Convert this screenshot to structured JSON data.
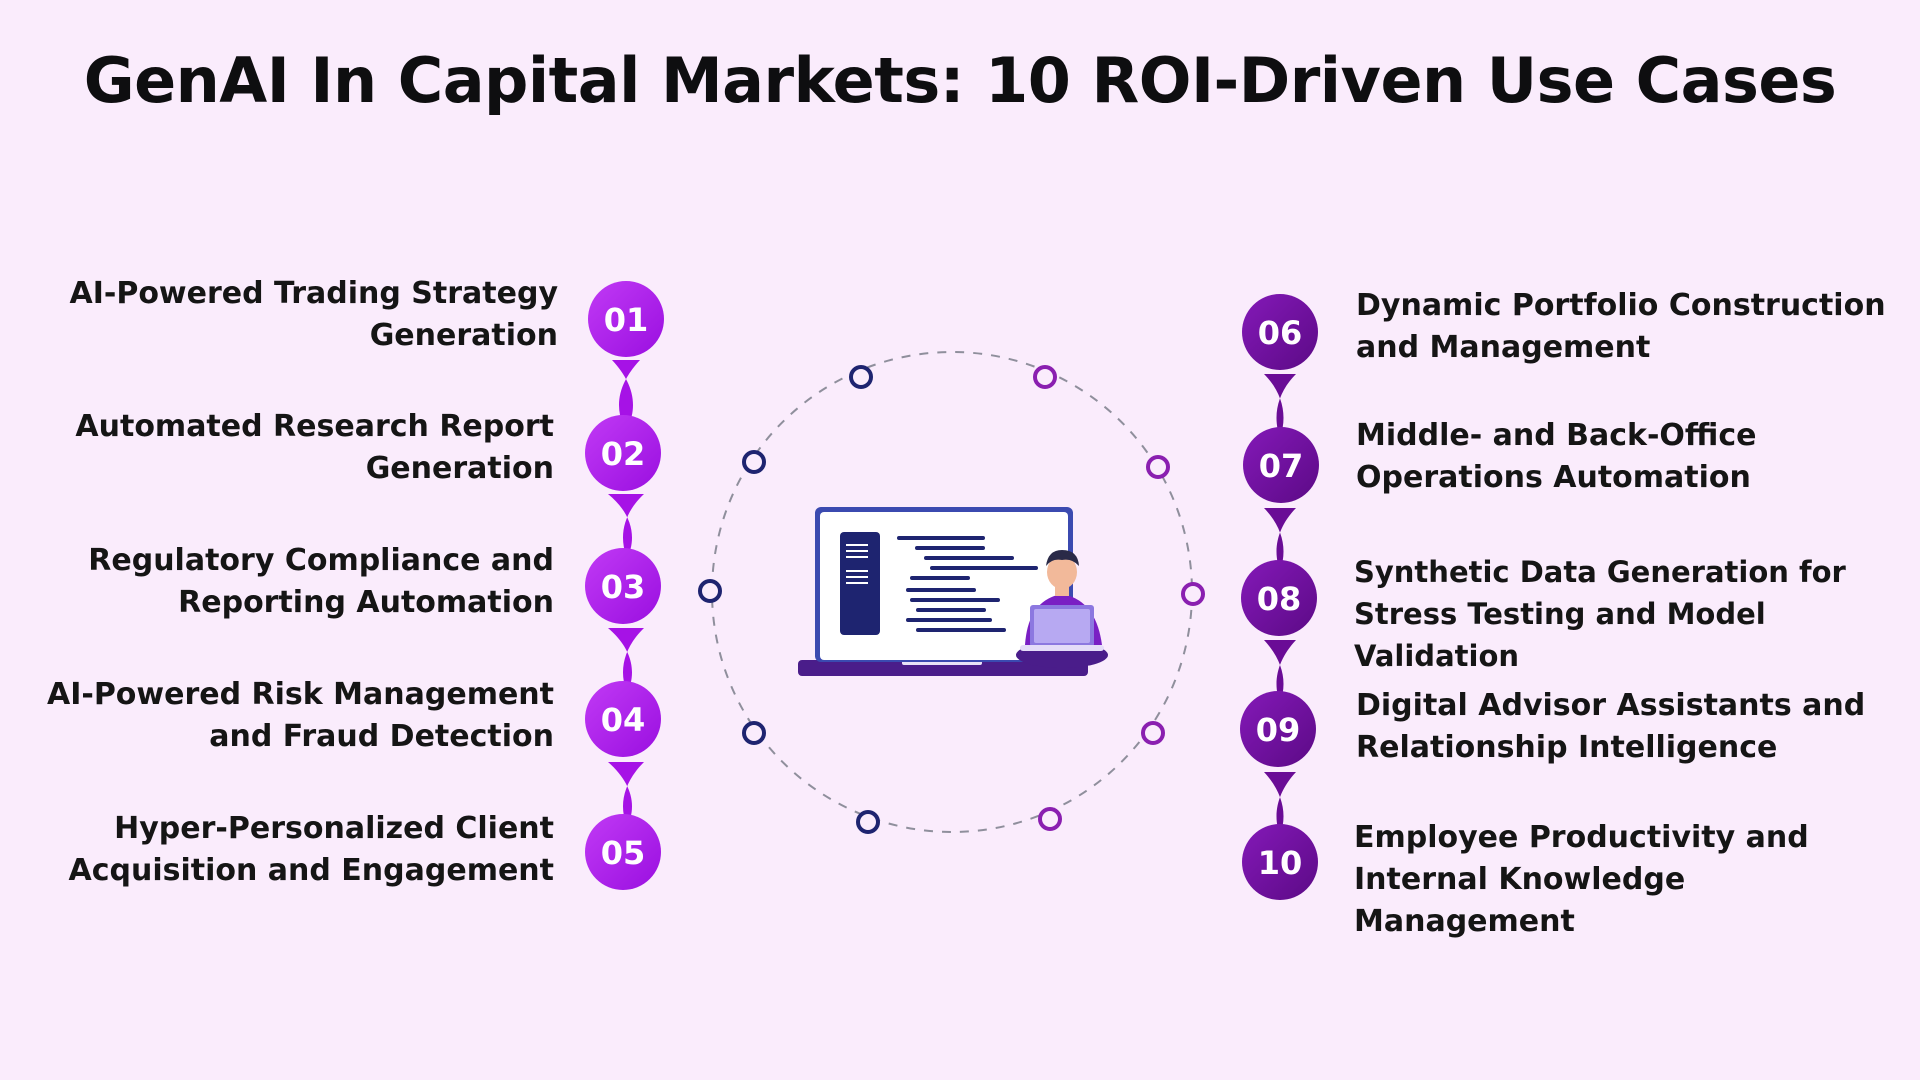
{
  "title": "GenAI In Capital Markets: 10 ROI-Driven Use Cases",
  "colors": {
    "background": "#faecfc",
    "left_node": "#a612e6",
    "left_node_light": "#c13af5",
    "right_node": "#6a0c96",
    "right_node_light": "#8419b8",
    "ring_dot_navy": "#1e2470",
    "ring_dot_purple": "#8a1fb0",
    "ring_dash": "#8f8f9c"
  },
  "left_items": [
    {
      "number": "01",
      "line1": "AI-Powered Trading Strategy",
      "line2": "Generation"
    },
    {
      "number": "02",
      "line1": "Automated Research Report",
      "line2": "Generation"
    },
    {
      "number": "03",
      "line1": "Regulatory Compliance and",
      "line2": "Reporting Automation"
    },
    {
      "number": "04",
      "line1": "AI-Powered Risk Management",
      "line2": "and Fraud Detection"
    },
    {
      "number": "05",
      "line1": "Hyper-Personalized Client",
      "line2": "Acquisition and Engagement"
    }
  ],
  "right_items": [
    {
      "number": "06",
      "line1": "Dynamic Portfolio Construction",
      "line2": "and Management"
    },
    {
      "number": "07",
      "line1": "Middle- and Back-Office",
      "line2": "Operations Automation"
    },
    {
      "number": "08",
      "line1": "Synthetic Data Generation for",
      "line2": "Stress Testing and Model Validation"
    },
    {
      "number": "09",
      "line1": "Digital Advisor Assistants and",
      "line2": "Relationship Intelligence"
    },
    {
      "number": "10",
      "line1": "Employee Productivity and",
      "line2": "Internal Knowledge Management"
    }
  ],
  "center_icon": "developer-at-laptop-illustration"
}
